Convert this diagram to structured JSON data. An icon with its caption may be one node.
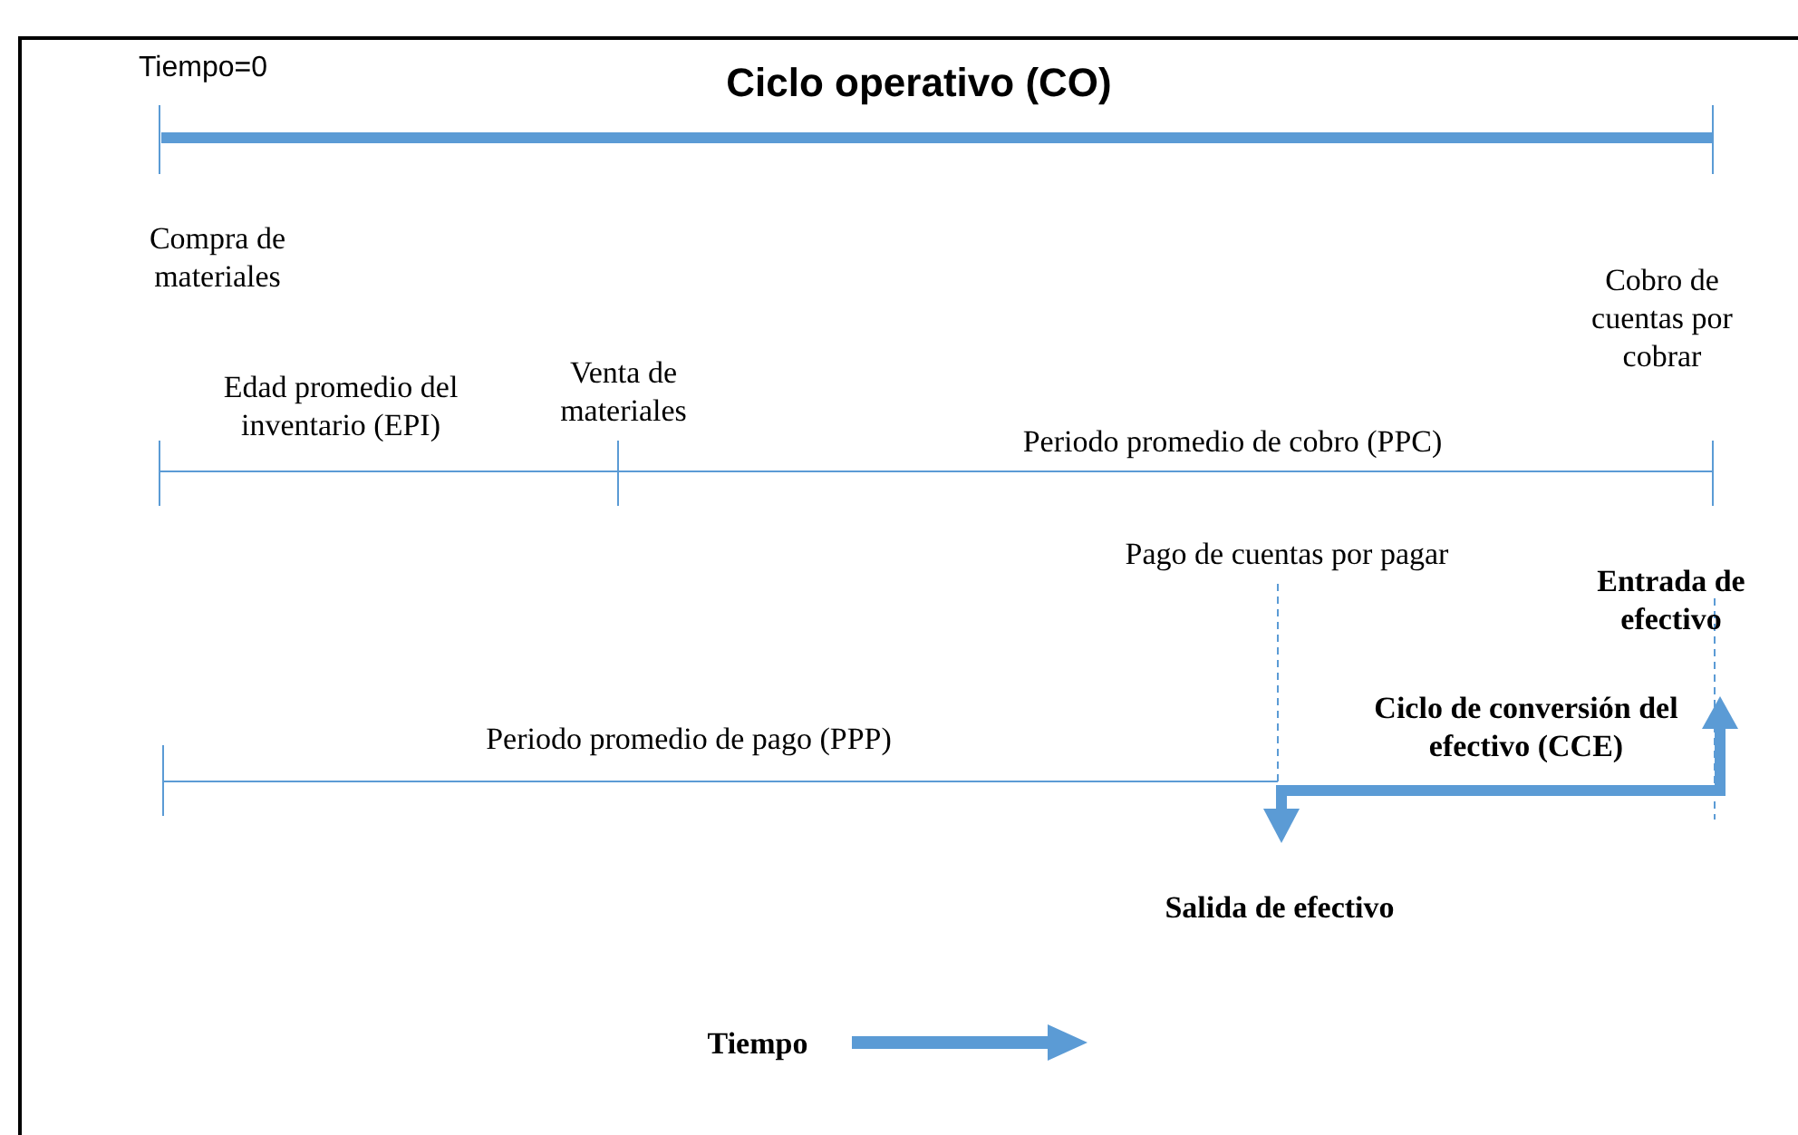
{
  "diagram": {
    "title": "Ciclo operativo (CO)",
    "labels": [
      "Tiempo=0",
      "Compra de materiales",
      "Cobro de cuentas por cobrar",
      "Edad promedio del inventario (EPI)",
      "Venta de materiales",
      "Periodo promedio de cobro (PPC)",
      "Pago de cuentas por pagar",
      "Entrada de efectivo",
      "Ciclo de conversión del efectivo (CCE)",
      "Periodo promedio de pago (PPP)",
      "Salida de efectivo",
      "Tiempo"
    ]
  }
}
